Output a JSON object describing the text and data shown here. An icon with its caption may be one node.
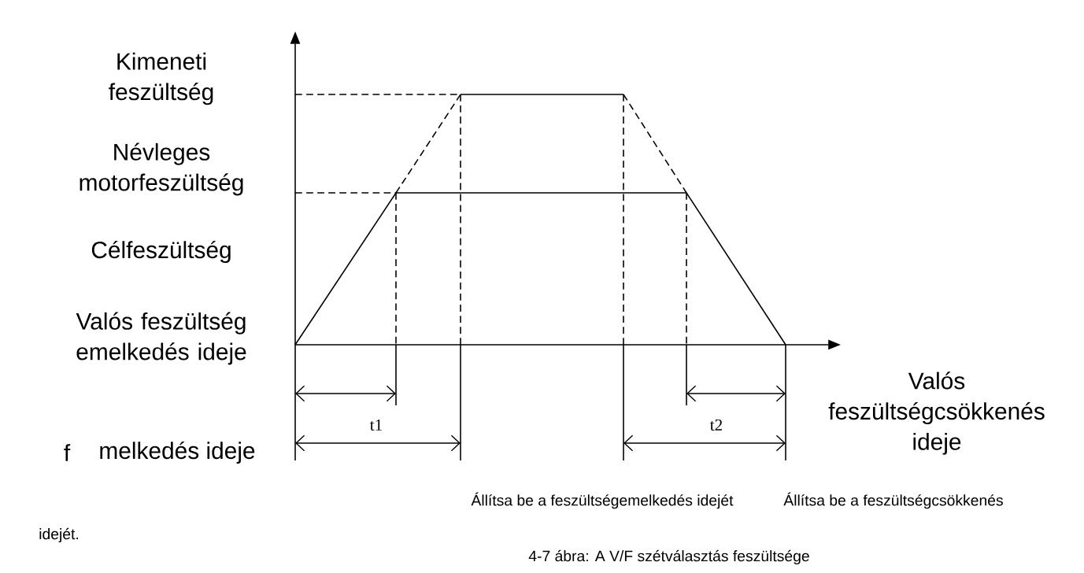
{
  "diagram": {
    "caption": "4-7 ábra: A V/F szétválasztás feszültsége",
    "labels": [
      "Kimeneti feszültség",
      "Névleges motorfeszültség",
      "Célfeszültség",
      "Valós feszültség emelkedés ideje",
      "f",
      "melkedés ideje",
      "idejét.",
      "t1",
      "t2",
      "Valós feszültségcsökkenés ideje",
      "Állítsa be a feszültségemelkedés idejét",
      "Állítsa be a feszültségcsökkenés"
    ]
  }
}
